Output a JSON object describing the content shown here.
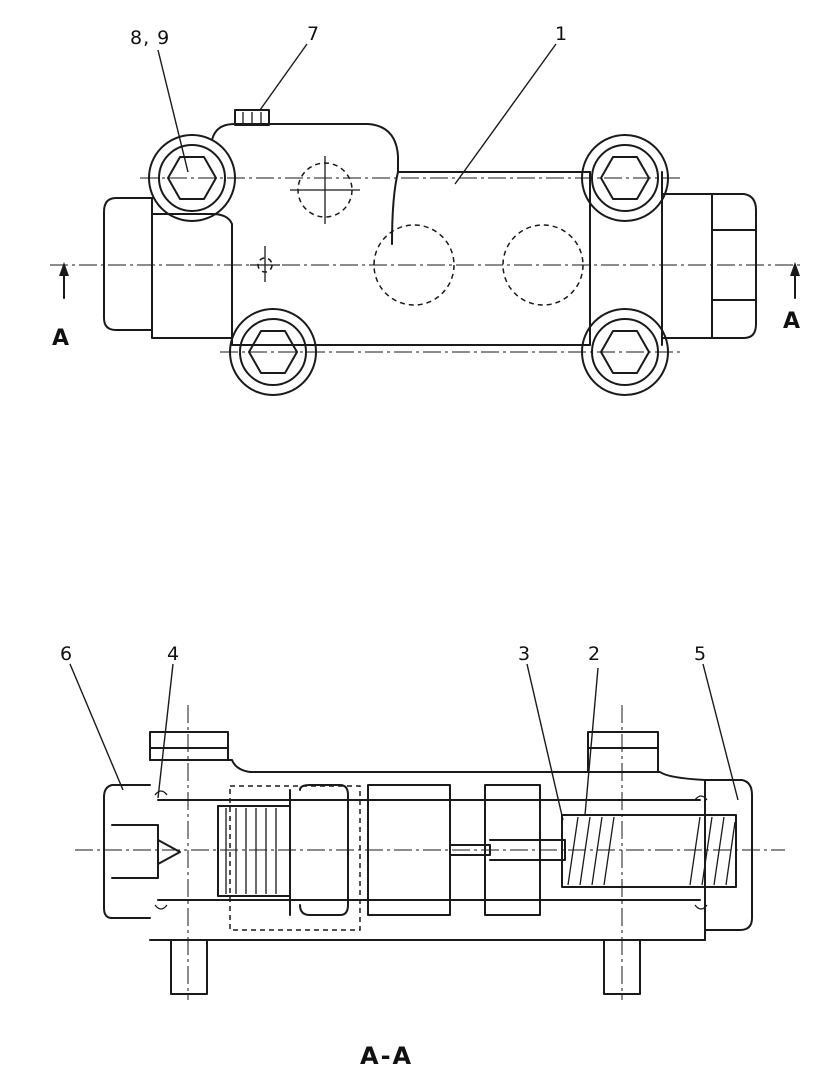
{
  "callouts": {
    "c1": "1",
    "c2": "2",
    "c3": "3",
    "c4": "4",
    "c5": "5",
    "c6": "6",
    "c7": "7",
    "c89": "8, 9"
  },
  "section": {
    "marker_left": "A",
    "marker_right": "A",
    "view_label": "A-A"
  }
}
